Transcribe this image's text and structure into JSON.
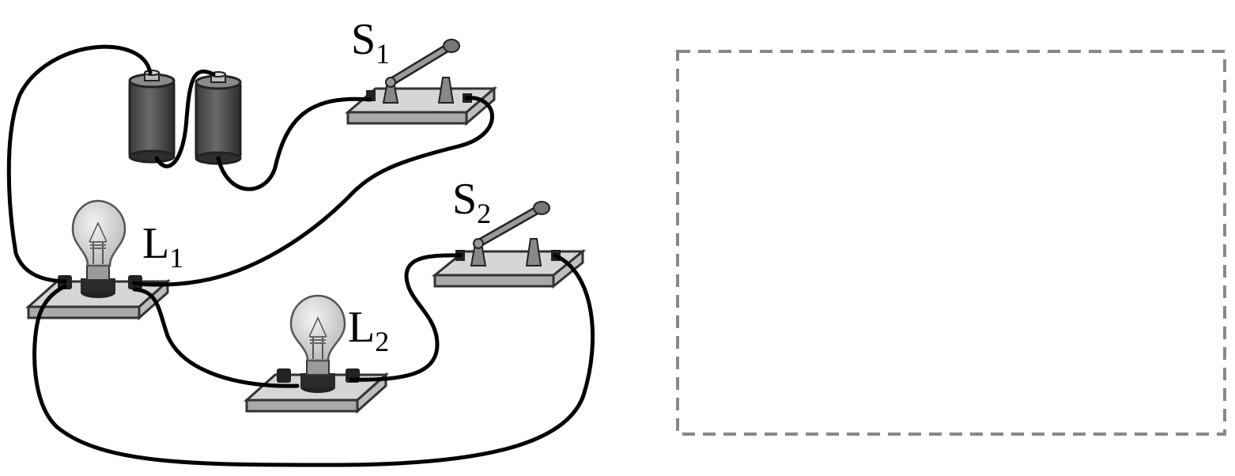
{
  "labels": {
    "s1": {
      "main": "S",
      "sub": "1"
    },
    "s2": {
      "main": "S",
      "sub": "2"
    },
    "l1": {
      "main": "L",
      "sub": "1"
    },
    "l2": {
      "main": "L",
      "sub": "2"
    }
  },
  "colors": {
    "board_top": "#d6d6d6",
    "board_side": "#a9a9a9",
    "battery_body": "#4a4a4a",
    "bulb_glass": "#cfcfcf",
    "wire": "#000000",
    "dashed_box": "#888888"
  },
  "icons": [
    "battery-icon",
    "knife-switch-icon",
    "bulb-icon"
  ]
}
